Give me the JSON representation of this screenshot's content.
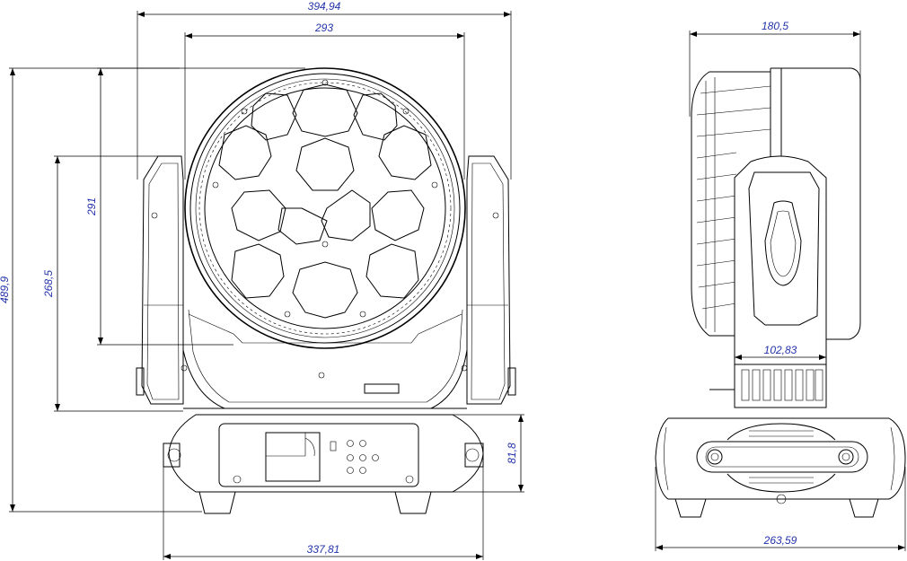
{
  "colors": {
    "dimension_text": "#2233aa",
    "line": "#000000",
    "background": "#ffffff"
  },
  "dimensions": {
    "front_overall_width": "394,94",
    "front_head_width": "293",
    "total_height": "489,9",
    "head_height": "291",
    "yoke_height": "268,5",
    "base_height": "81,8",
    "base_width": "337,81",
    "side_depth": "180,5",
    "side_arm_width": "102,83",
    "side_base_width": "263,59"
  }
}
